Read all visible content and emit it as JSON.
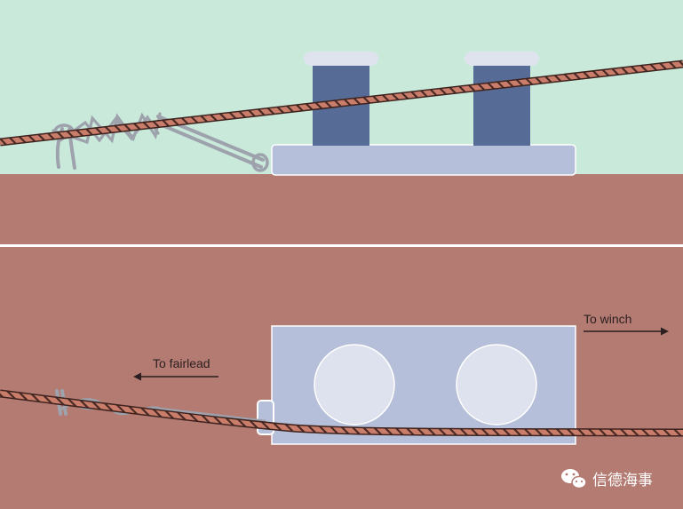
{
  "colors": {
    "sky": "#c9eadb",
    "deck": "#b37b72",
    "bitt_post": "#566c96",
    "bitt_cap": "#dfe3ee",
    "bitt_base": "#b6bfd9",
    "bitt_circle": "#dde2ee",
    "rope_dark": "#4a2a24",
    "rope_light": "#c97d6a",
    "stopper": "#9ea2ad",
    "arrow": "#2b1f1f"
  },
  "labels": {
    "to_winch": "To winch",
    "to_fairlead": "To fairlead"
  },
  "watermark": {
    "icon": "wechat-icon",
    "text": "信德海事"
  }
}
